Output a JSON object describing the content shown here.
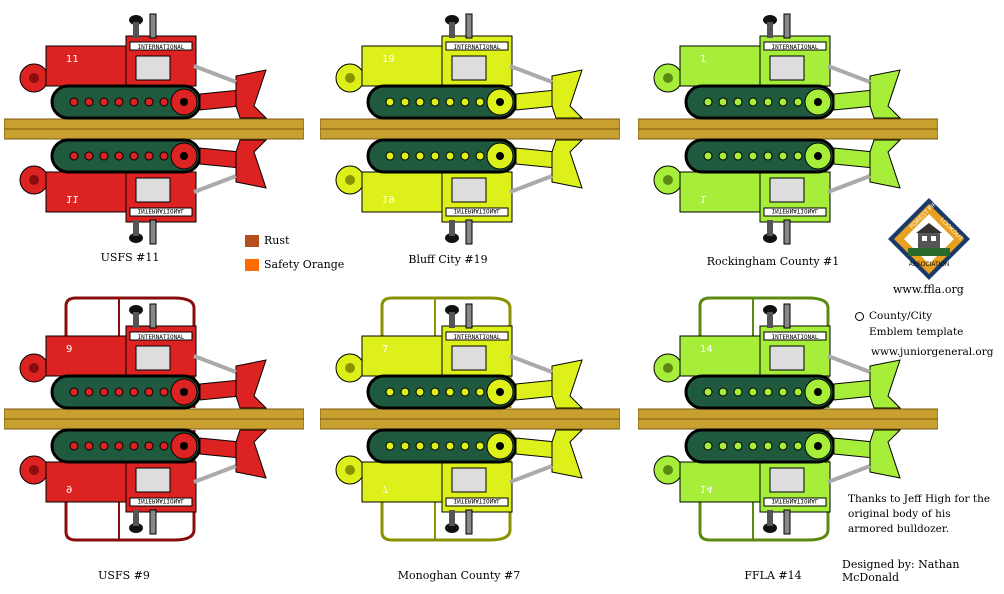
{
  "models": [
    {
      "id": "usfs-11",
      "caption": "USFS #11",
      "number": "11",
      "colors": {
        "body": "#dd2222",
        "dark": "#8a0d0d",
        "track": "#1f5a3e"
      },
      "cab": false
    },
    {
      "id": "bluff-city-19",
      "caption": "Bluff City #19",
      "number": "19",
      "colors": {
        "body": "#ddf01a",
        "dark": "#8a9200",
        "track": "#1f5a3e"
      },
      "cab": false
    },
    {
      "id": "rockingham-county-1",
      "caption": "Rockingham County #1",
      "number": "1",
      "colors": {
        "body": "#a6ee3a",
        "dark": "#5c8a10",
        "track": "#1f5a3e"
      },
      "cab": false
    },
    {
      "id": "usfs-9",
      "caption": "USFS #9",
      "number": "9",
      "colors": {
        "body": "#dd2222",
        "dark": "#8a0d0d",
        "track": "#1f5a3e"
      },
      "cab": true
    },
    {
      "id": "monoghan-county-7",
      "caption": "Monoghan County #7",
      "number": "7",
      "colors": {
        "body": "#ddf01a",
        "dark": "#8a9200",
        "track": "#1f5a3e"
      },
      "cab": true
    },
    {
      "id": "ffla-14",
      "caption": "FFLA #14",
      "number": "14",
      "colors": {
        "body": "#a6ee3a",
        "dark": "#5c8a10",
        "track": "#1f5a3e"
      },
      "cab": true
    }
  ],
  "brand_text": "INTERNATIONAL",
  "legend": {
    "rust": {
      "label": "Rust",
      "color": "#b5501e"
    },
    "safety_orange": {
      "label": "Safety Orange",
      "color": "#ff6a00"
    }
  },
  "logo": {
    "top_text": "FOREST FIRE",
    "right_text": "LOOKOUT",
    "bottom_text": "ASSOCIATION",
    "url": "www.ffla.org"
  },
  "emblem_note": {
    "line1": "County/City",
    "line2": "Emblem template",
    "url": "www.juniorgeneral.org"
  },
  "credits": {
    "thanks": "Thanks to Jeff High for the original body of his armored bulldozer.",
    "designer": "Designed by: Nathan McDonald"
  }
}
